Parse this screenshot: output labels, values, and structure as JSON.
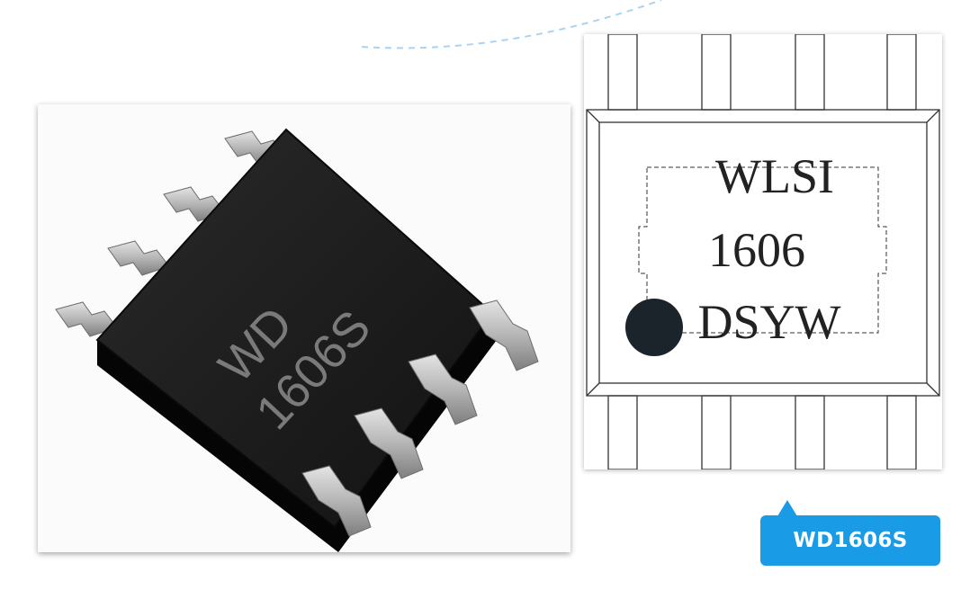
{
  "photo": {
    "chip_line1": "WD",
    "chip_line2": "1606S"
  },
  "marking": {
    "line1": "WLSI",
    "line2": "1606",
    "line3": "DSYW"
  },
  "badge": {
    "label": "WD1606S"
  },
  "colors": {
    "accent": "#1a9be6",
    "chip_body": "#161616",
    "pin": "#b8b8b8",
    "marking_text": "#222222"
  }
}
